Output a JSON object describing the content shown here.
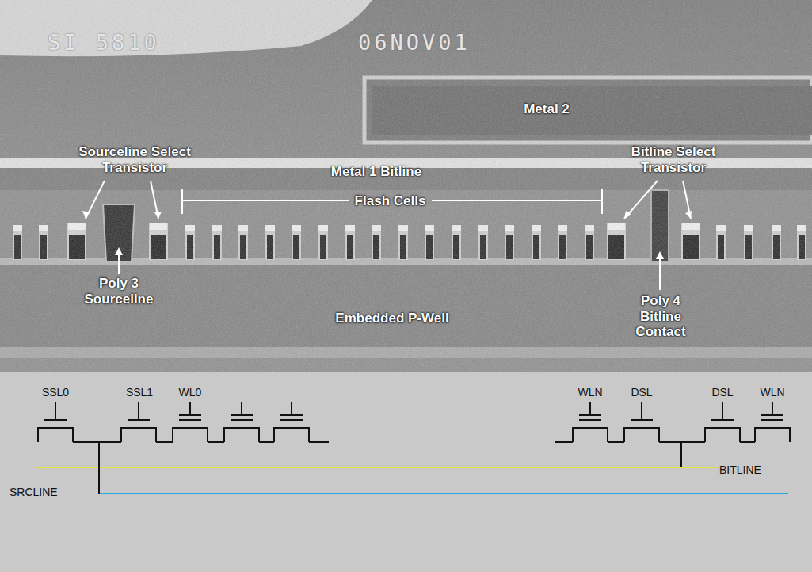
{
  "diagram": {
    "labels": [
      "SI 5810",
      "06NOV01",
      "Metal 2",
      "Sourceline Select Transistor",
      "Metal 1 Bitline",
      "Flash Cells",
      "Bitline Select Transistor",
      "Poly 3 Sourceline",
      "Embedded P-Well",
      "Poly 4 Bitline Contact",
      "SSL0",
      "SSL1",
      "WL0",
      "WLN",
      "DSL",
      "DSL",
      "WLN",
      "BITLINE",
      "SRCLINE"
    ]
  }
}
